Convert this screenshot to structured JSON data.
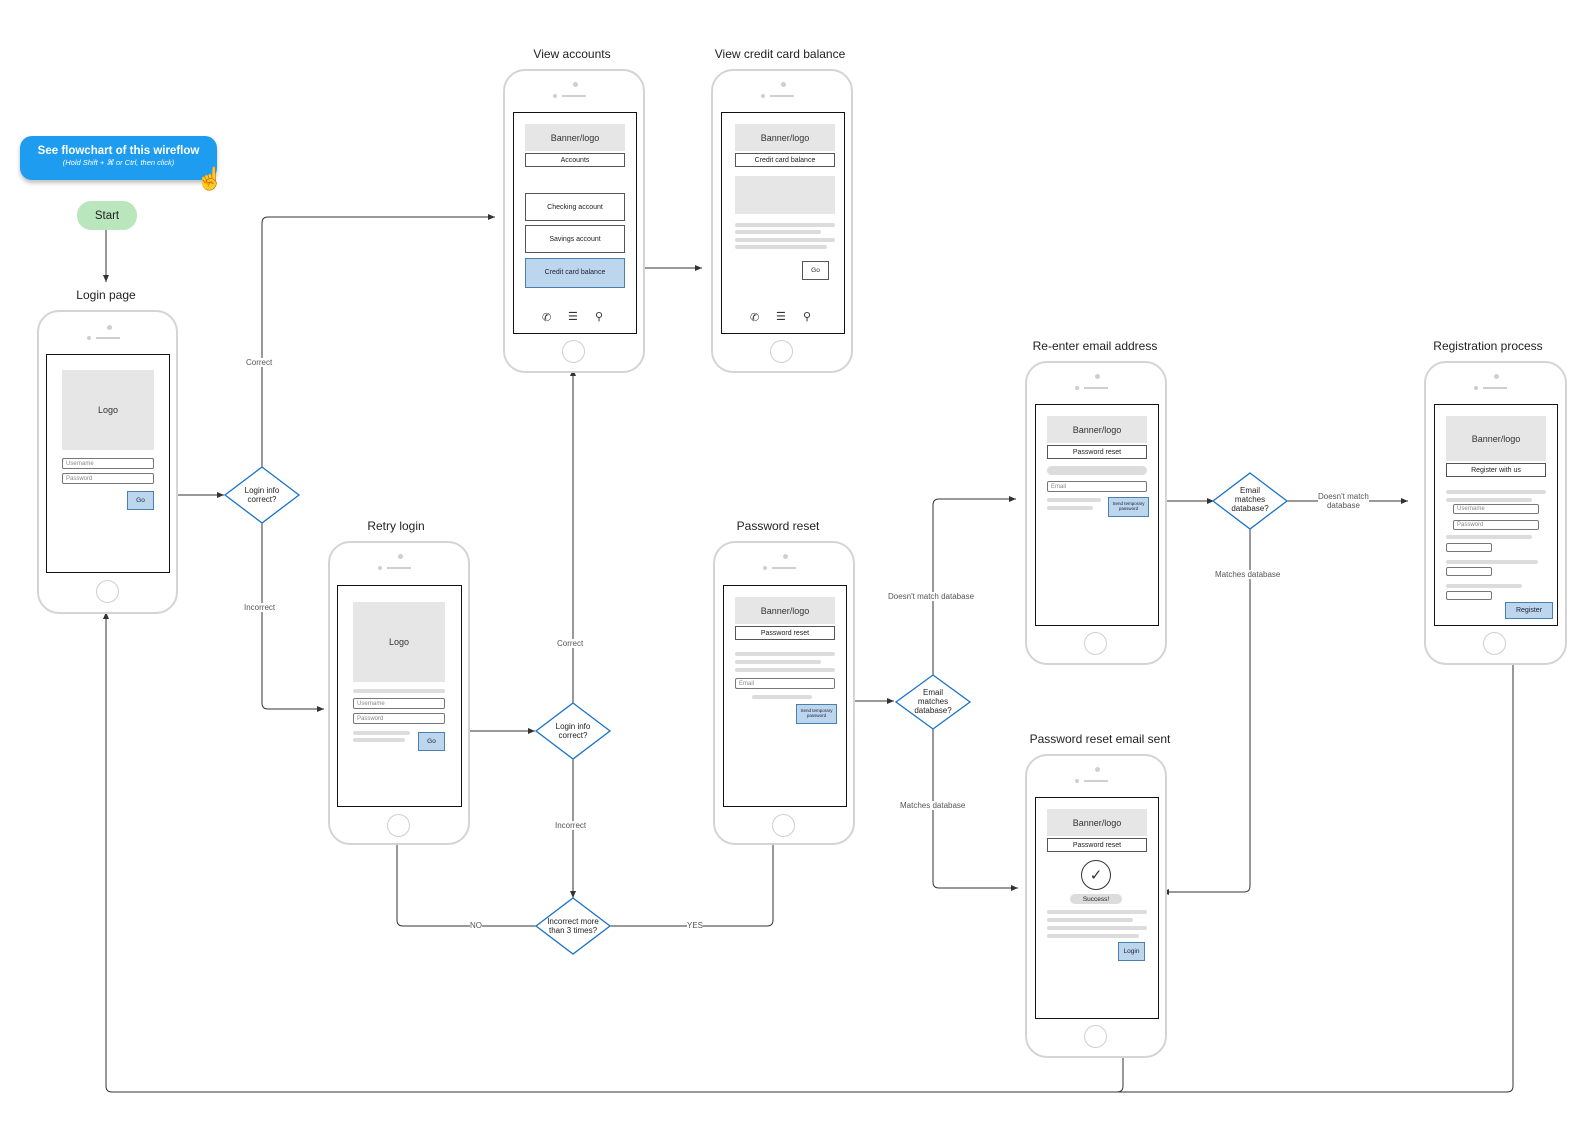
{
  "callout": {
    "title": "See flowchart of this wireflow",
    "subtitle": "(Hold Shift + ⌘ or Ctrl, then click)"
  },
  "start_label": "Start",
  "screens": {
    "login": {
      "title": "Login page",
      "logo": "Logo",
      "username": "Username",
      "password": "Password",
      "go": "Go"
    },
    "view_accounts": {
      "title": "View accounts",
      "banner": "Banner/logo",
      "header": "Accounts",
      "checking": "Checking account",
      "savings": "Savings account",
      "credit": "Credit card balance"
    },
    "credit_balance": {
      "title": "View credit card balance",
      "banner": "Banner/logo",
      "header": "Credit card balance",
      "go": "Go"
    },
    "retry_login": {
      "title": "Retry login",
      "logo": "Logo",
      "username": "Username",
      "password": "Password",
      "go": "Go"
    },
    "password_reset": {
      "title": "Password reset",
      "banner": "Banner/logo",
      "header": "Password reset",
      "email": "Email",
      "send": "Send temporary password"
    },
    "reenter_email": {
      "title": "Re-enter email address",
      "banner": "Banner/logo",
      "header": "Password reset",
      "email": "Email",
      "send": "Send temporary password"
    },
    "reset_sent": {
      "title": "Password reset email sent",
      "banner": "Banner/logo",
      "header": "Password reset",
      "success": "Success!",
      "login": "Login"
    },
    "registration": {
      "title": "Registration process",
      "banner": "Banner/logo",
      "header": "Register with us",
      "username": "Username",
      "password": "Password",
      "register": "Register"
    }
  },
  "decisions": {
    "d1": "Login info\ncorrect?",
    "d2": "Login info\ncorrect?",
    "d3": "Incorrect more\nthan 3 times?",
    "d4": "Email\nmatches\ndatabase?",
    "d5": "Email\nmatches\ndatabase?"
  },
  "edge_labels": {
    "correct1": "Correct",
    "incorrect1": "Incorrect",
    "correct2": "Correct",
    "incorrect2": "Incorrect",
    "no": "NO",
    "yes": "YES",
    "nomatch1": "Doesn't match database",
    "match1": "Matches database",
    "nomatch2": "Doesn't match\ndatabase",
    "match2": "Matches database"
  },
  "colors": {
    "callout": "#1e9cf0",
    "start": "#b9e6bd",
    "diamond_stroke": "#1a73c7",
    "button_blue": "#bcd6ee",
    "edge": "#333333"
  }
}
